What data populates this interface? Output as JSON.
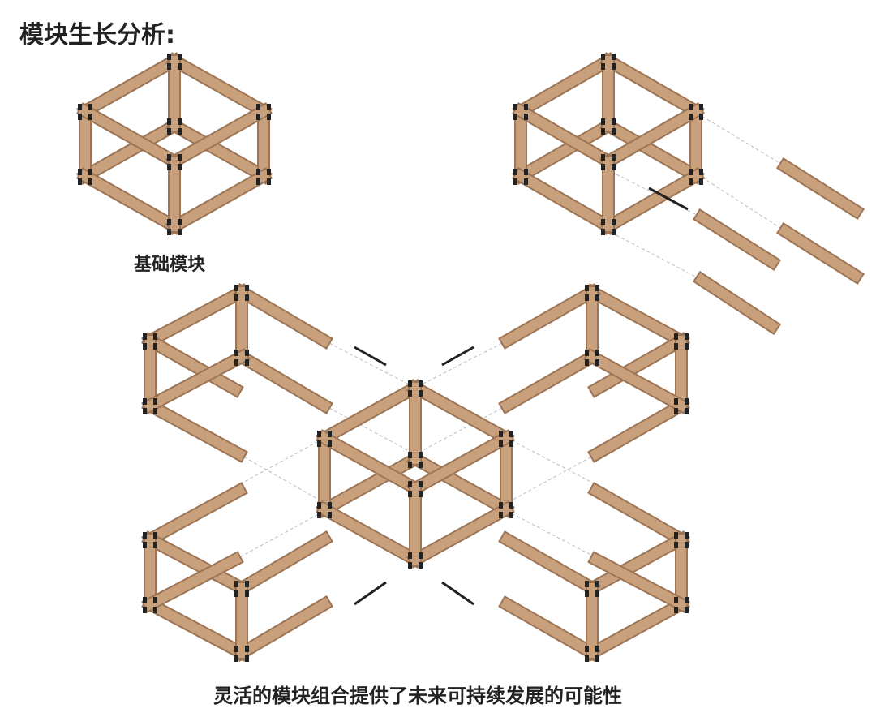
{
  "title": "模块生长分析:",
  "caption_basic": "基础模块",
  "caption_combo": "灵活的模块组合提供了未来可持续发展的可能性",
  "colors": {
    "wood": "#c9a07c",
    "wood_dark": "#9c7556",
    "connector": "#222222",
    "dash": "#bbbbbb"
  }
}
